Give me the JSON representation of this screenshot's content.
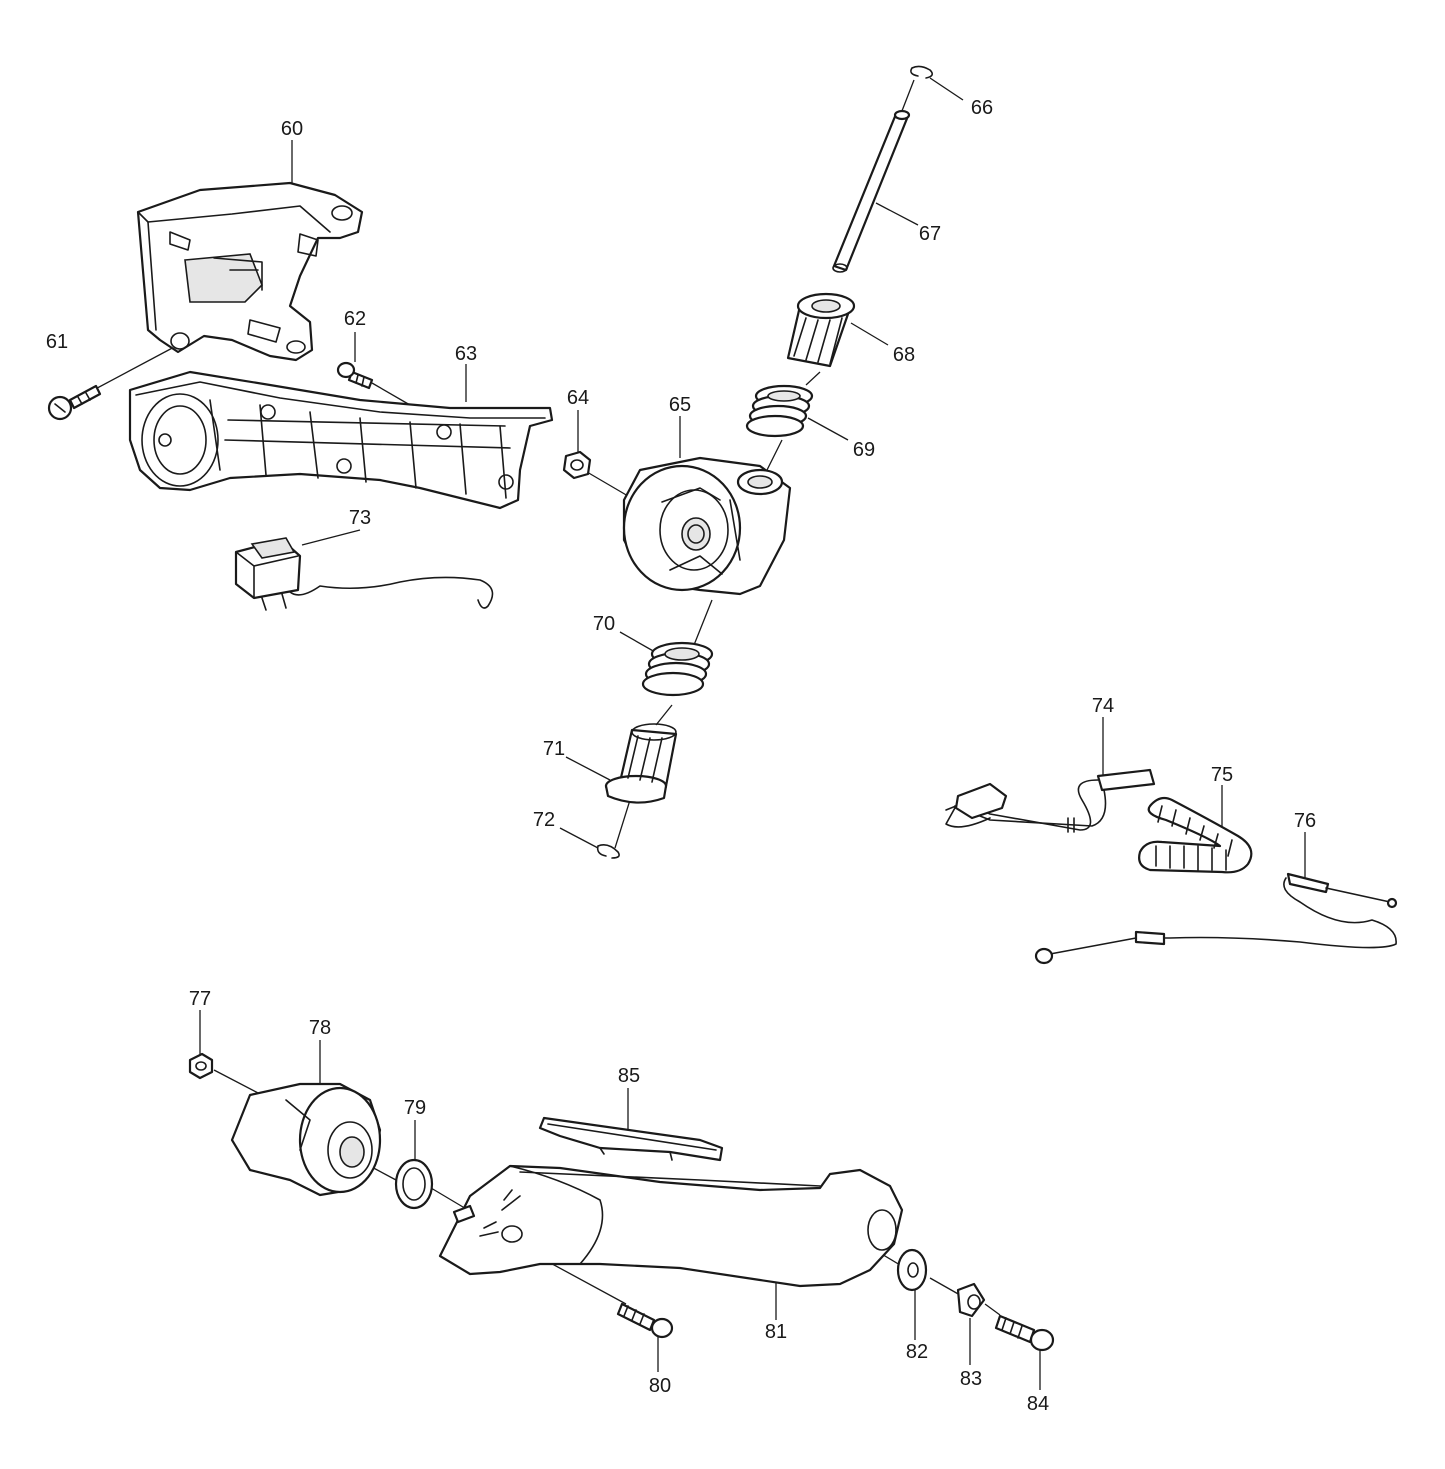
{
  "diagram": {
    "part_numbers": [
      "60",
      "61",
      "62",
      "63",
      "64",
      "65",
      "66",
      "67",
      "68",
      "69",
      "70",
      "71",
      "72",
      "73",
      "74",
      "75",
      "76",
      "77",
      "78",
      "79",
      "80",
      "81",
      "82",
      "83",
      "84",
      "85"
    ]
  }
}
